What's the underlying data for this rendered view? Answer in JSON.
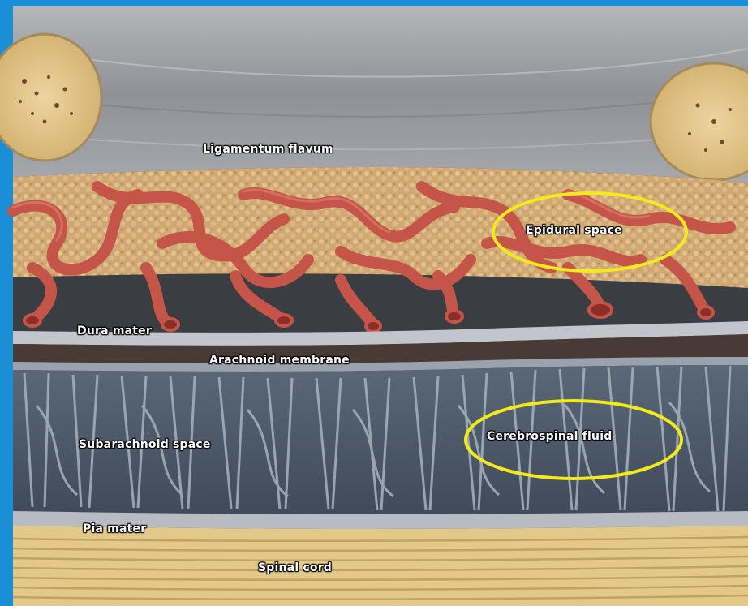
{
  "labels": {
    "ligamentum_flavum": "Ligamentum flavum",
    "epidural_space": "Epidural space",
    "dura_mater": "Dura mater",
    "arachnoid_membrane": "Arachnoid membrane",
    "subarachnoid_space": "Subarachnoid space",
    "cerebrospinal_fluid": "Cerebrospinal fluid",
    "pia_mater": "Pia mater",
    "spinal_cord": "Spinal cord"
  },
  "highlighted": [
    "Epidural space",
    "Cerebrospinal fluid"
  ],
  "colors": {
    "frame": "#1a8fd8",
    "highlight_ellipse": "#f2ea1a",
    "ligament": "#9c9ea3",
    "bone": "#e6c88a",
    "vessels": "#c8574a",
    "fat": "#d4b07a",
    "subarachnoid": "#4e5c6c",
    "spinal_cord": "#e2c98a"
  }
}
